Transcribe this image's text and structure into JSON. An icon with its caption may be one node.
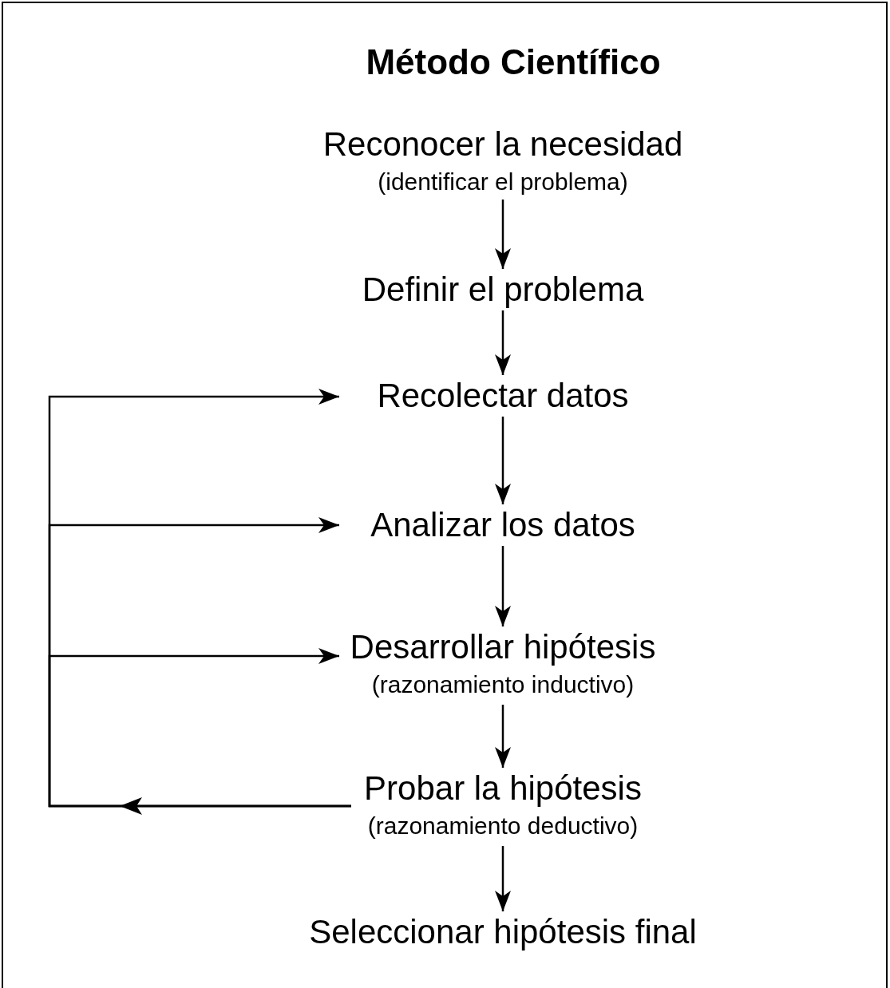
{
  "diagram": {
    "title": "Método Científico",
    "nodes": [
      {
        "text": [
          "Reconocer la necesidad",
          "(identificar el problema)"
        ]
      },
      {
        "text": [
          "Definir el problema"
        ]
      },
      {
        "text": [
          "Recolectar datos"
        ]
      },
      {
        "text": [
          "Analizar los datos"
        ]
      },
      {
        "text": [
          "Desarrollar hipótesis",
          "(razonamiento inductivo)"
        ]
      },
      {
        "text": [
          "Probar la hipótesis",
          "(razonamiento deductivo)"
        ]
      },
      {
        "text": [
          "Seleccionar hipótesis final"
        ]
      }
    ],
    "edges": [
      {
        "from": 0,
        "to": 1,
        "arrow": "to"
      },
      {
        "from": 1,
        "to": 2,
        "arrow": "to"
      },
      {
        "from": 2,
        "to": 3,
        "arrow": "to"
      },
      {
        "from": 3,
        "to": 4,
        "arrow": "to"
      },
      {
        "from": 4,
        "to": 5,
        "arrow": "to"
      },
      {
        "from": 5,
        "to": 6,
        "arrow": "to"
      },
      {
        "from": 5,
        "to": 2,
        "arrow": "to"
      },
      {
        "from": 5,
        "to": 3,
        "arrow": "to"
      },
      {
        "from": 5,
        "to": 4,
        "arrow": "to"
      }
    ]
  }
}
